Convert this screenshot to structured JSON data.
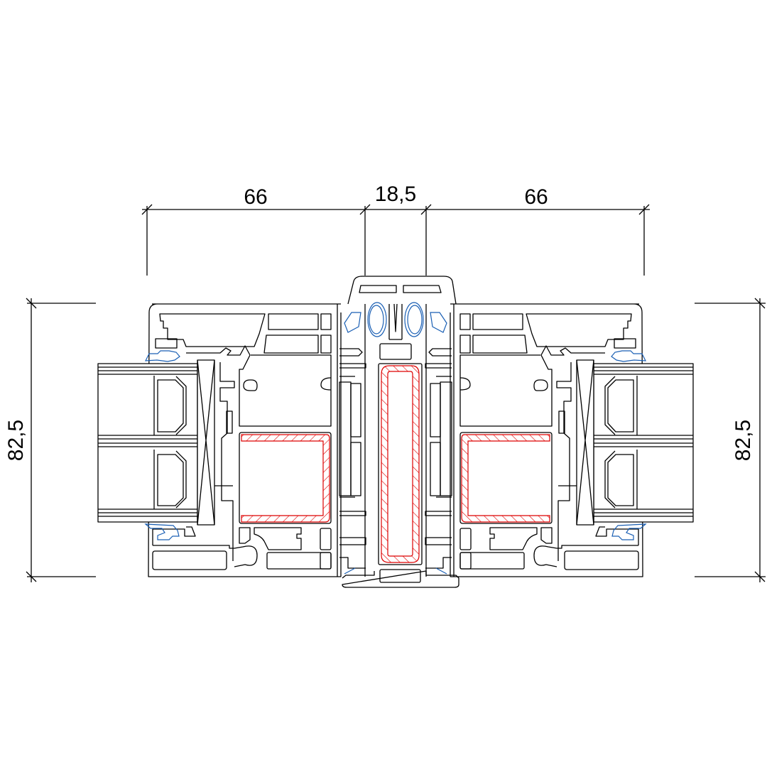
{
  "drawing": {
    "title": "Mullion profile cross-section",
    "dimensions": {
      "left_width": "66",
      "center_width": "18,5",
      "right_width": "66",
      "left_height": "82,5",
      "right_height": "82,5"
    },
    "colors": {
      "outline": "#000000",
      "gasket": "#1a5fb4",
      "reinforcement": "#dd0000"
    }
  }
}
